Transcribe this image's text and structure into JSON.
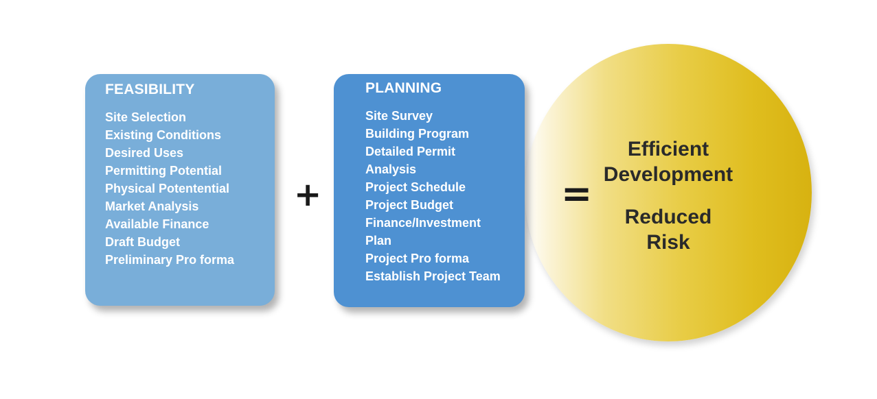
{
  "feasibility": {
    "title": "FEASIBILITY",
    "items": [
      "Site Selection",
      "Existing Conditions",
      "Desired Uses",
      "Permitting Potential",
      "Physical Potentential",
      "Market Analysis",
      "Available Finance",
      "Draft Budget",
      "Preliminary Pro forma"
    ]
  },
  "planning": {
    "title": "PLANNING",
    "items": [
      "Site Survey",
      "Building Program",
      "Detailed Permit",
      "Analysis",
      "Project Schedule",
      "Project Budget",
      "Finance/Investment",
      "Plan",
      "Project Pro forma",
      "Establish Project Team"
    ]
  },
  "operators": {
    "plus": "+",
    "equals": "="
  },
  "result": {
    "line1": "Efficient",
    "line2": "Development",
    "line3": "Reduced",
    "line4": "Risk"
  },
  "colors": {
    "feasibility_box": "#79aed9",
    "planning_box": "#4e91d2",
    "result_circle": "#dfbd1e"
  }
}
